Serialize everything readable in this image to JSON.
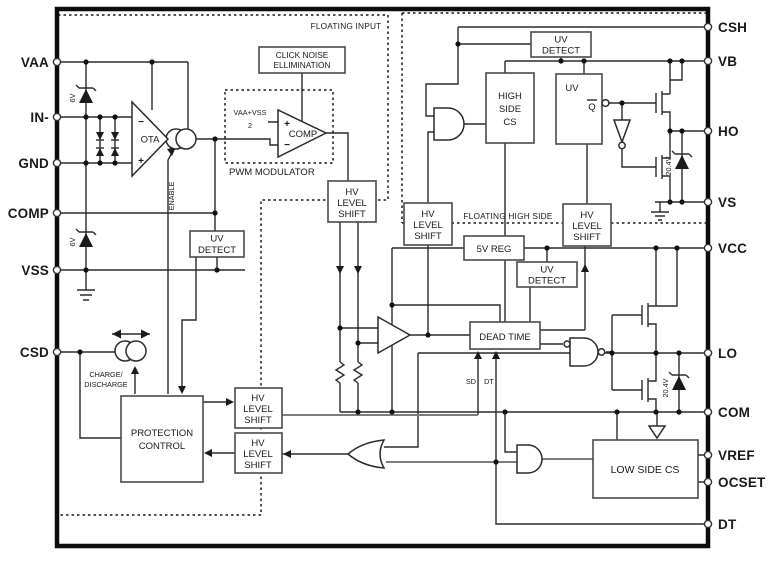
{
  "pins": {
    "left": [
      "VAA",
      "IN-",
      "GND",
      "COMP",
      "VSS",
      "CSD"
    ],
    "right": [
      "CSH",
      "VB",
      "HO",
      "VS",
      "VCC",
      "LO",
      "COM",
      "VREF",
      "OCSET",
      "DT"
    ]
  },
  "regions": {
    "floating_input": "FLOATING INPUT",
    "floating_high_side": "FLOATING HIGH SIDE",
    "pwm_modulator": "PWM MODULATOR"
  },
  "blocks": {
    "click_noise": [
      "CLICK NOISE",
      "ELLIMINATION"
    ],
    "hv_level_shift": [
      "HV",
      "LEVEL",
      "SHIFT"
    ],
    "uv_detect": [
      "UV",
      "DETECT"
    ],
    "high_side_cs": [
      "HIGH",
      "SIDE",
      "CS"
    ],
    "five_v_reg": "5V REG",
    "dead_time": "DEAD TIME",
    "protection": [
      "PROTECTION",
      "CONTROL"
    ],
    "low_side_cs": "LOW SIDE CS",
    "latch": {
      "uv": "UV",
      "q": "Q"
    }
  },
  "amps": {
    "ota": "OTA",
    "comp": "COMP"
  },
  "labels": {
    "enable": "ENABLE",
    "charge": [
      "CHARGE/",
      "DISCHARGE"
    ],
    "sd": "SD",
    "dt": "DT",
    "vref_divider": [
      "VAA+VSS",
      "2"
    ],
    "zener_6v": "6V",
    "zener_20v": "20.4V",
    "plus": "+",
    "minus": "−"
  },
  "colors": {
    "wire": "#2b2b2b",
    "gray_wire": "#7d7d7d",
    "box_stroke": "#4a4a4a",
    "background": "#ffffff"
  }
}
